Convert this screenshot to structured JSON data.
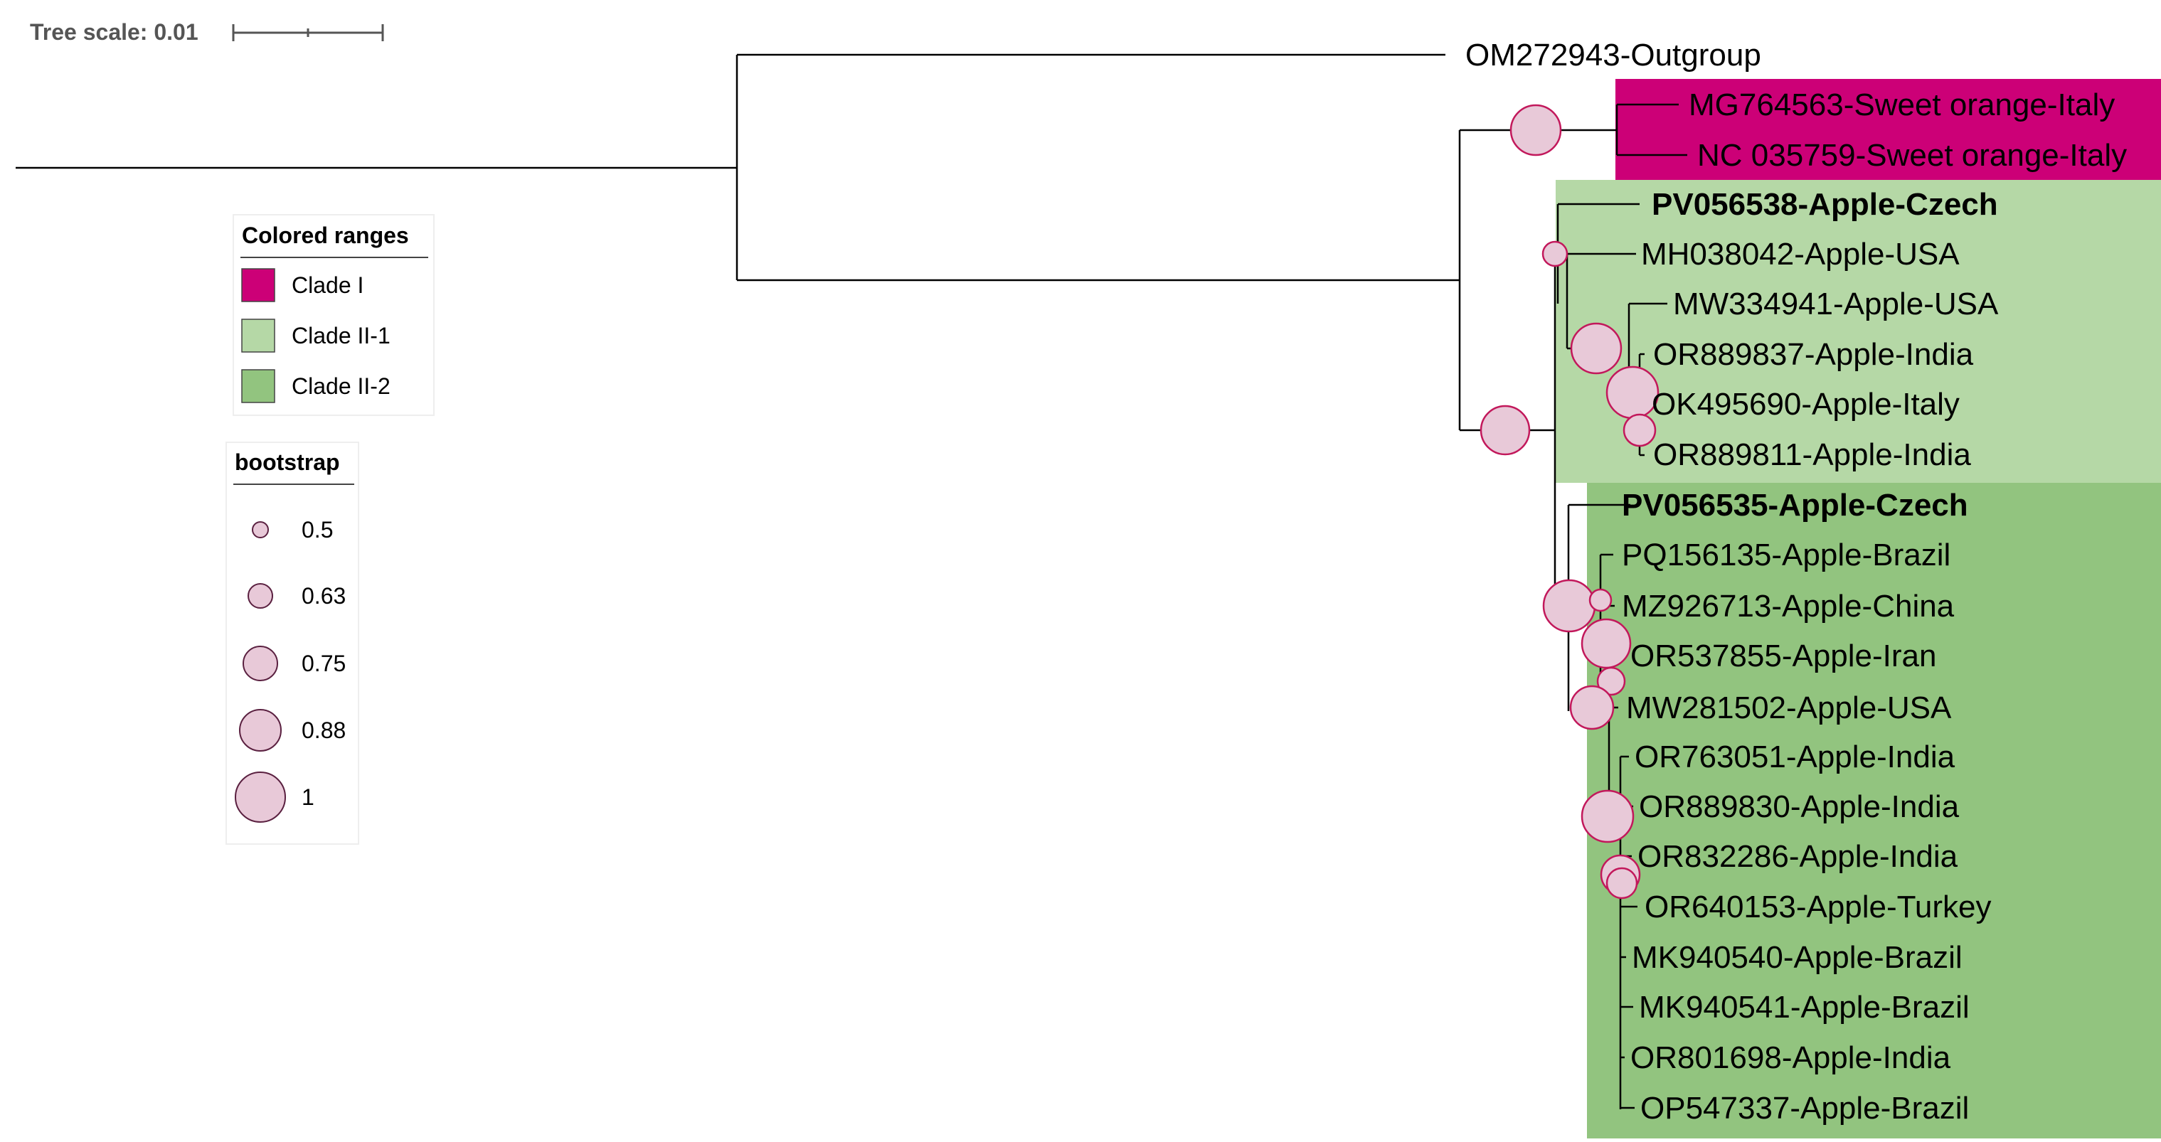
{
  "tree_scale": {
    "label": "Tree scale: 0.01"
  },
  "legend_ranges": {
    "title": "Colored ranges",
    "items": [
      {
        "label": "Clade I",
        "color": "#cc0077"
      },
      {
        "label": "Clade II-1",
        "color": "#b5d8a6"
      },
      {
        "label": "Clade II-2",
        "color": "#92c47f"
      }
    ]
  },
  "legend_bootstrap": {
    "title": "bootstrap",
    "items": [
      {
        "label": "0.5",
        "value": 0.5
      },
      {
        "label": "0.63",
        "value": 0.63
      },
      {
        "label": "0.75",
        "value": 0.75
      },
      {
        "label": "0.88",
        "value": 0.88
      },
      {
        "label": "1",
        "value": 1
      }
    ]
  },
  "clades": [
    {
      "name": "Clade I",
      "color": "#cc0077"
    },
    {
      "name": "Clade II-1",
      "color": "#b5d8a6"
    },
    {
      "name": "Clade II-2",
      "color": "#92c47f"
    }
  ],
  "leaves": [
    {
      "label": "OM272943-Outgroup",
      "bold": false,
      "clade": null
    },
    {
      "label": "MG764563-Sweet orange-Italy",
      "bold": false,
      "clade": "Clade I"
    },
    {
      "label": "NC 035759-Sweet orange-Italy",
      "bold": false,
      "clade": "Clade I"
    },
    {
      "label": "PV056538-Apple-Czech",
      "bold": true,
      "clade": "Clade II-1"
    },
    {
      "label": "MH038042-Apple-USA",
      "bold": false,
      "clade": "Clade II-1"
    },
    {
      "label": "MW334941-Apple-USA",
      "bold": false,
      "clade": "Clade II-1"
    },
    {
      "label": "OR889837-Apple-India",
      "bold": false,
      "clade": "Clade II-1"
    },
    {
      "label": "OK495690-Apple-Italy",
      "bold": false,
      "clade": "Clade II-1"
    },
    {
      "label": "OR889811-Apple-India",
      "bold": false,
      "clade": "Clade II-1"
    },
    {
      "label": "PV056535-Apple-Czech",
      "bold": true,
      "clade": "Clade II-2"
    },
    {
      "label": "PQ156135-Apple-Brazil",
      "bold": false,
      "clade": "Clade II-2"
    },
    {
      "label": "MZ926713-Apple-China",
      "bold": false,
      "clade": "Clade II-2"
    },
    {
      "label": "OR537855-Apple-Iran",
      "bold": false,
      "clade": "Clade II-2"
    },
    {
      "label": "MW281502-Apple-USA",
      "bold": false,
      "clade": "Clade II-2"
    },
    {
      "label": "OR763051-Apple-India",
      "bold": false,
      "clade": "Clade II-2"
    },
    {
      "label": "OR889830-Apple-India",
      "bold": false,
      "clade": "Clade II-2"
    },
    {
      "label": "OR832286-Apple-India",
      "bold": false,
      "clade": "Clade II-2"
    },
    {
      "label": "OR640153-Apple-Turkey",
      "bold": false,
      "clade": "Clade II-2"
    },
    {
      "label": "MK940540-Apple-Brazil",
      "bold": false,
      "clade": "Clade II-2"
    },
    {
      "label": "MK940541-Apple-Brazil",
      "bold": false,
      "clade": "Clade II-2"
    },
    {
      "label": "OR801698-Apple-India",
      "bold": false,
      "clade": "Clade II-2"
    },
    {
      "label": "OP547337-Apple-Brazil",
      "bold": false,
      "clade": "Clade II-2"
    }
  ],
  "bootstrap_nodes": [
    {
      "node": "clade-I",
      "value": 0.94
    },
    {
      "node": "clade-II",
      "value": 0.96
    },
    {
      "node": "clade-II-1-base",
      "value": 0.5
    },
    {
      "node": "clade-II-1-a",
      "value": 0.98
    },
    {
      "node": "clade-II-1-b",
      "value": 1
    },
    {
      "node": "clade-II-1-c",
      "value": 0.6
    },
    {
      "node": "clade-II-2-a",
      "value": 0.99
    },
    {
      "node": "clade-II-2-b",
      "value": 0.55
    },
    {
      "node": "clade-II-2-c",
      "value": 0.94
    },
    {
      "node": "clade-II-2-d",
      "value": 0.58
    },
    {
      "node": "clade-II-2-e",
      "value": 0.84
    },
    {
      "node": "clade-II-2-f",
      "value": 1
    },
    {
      "node": "clade-II-2-g",
      "value": 0.73
    },
    {
      "node": "clade-II-2-h",
      "value": 0.66
    }
  ]
}
